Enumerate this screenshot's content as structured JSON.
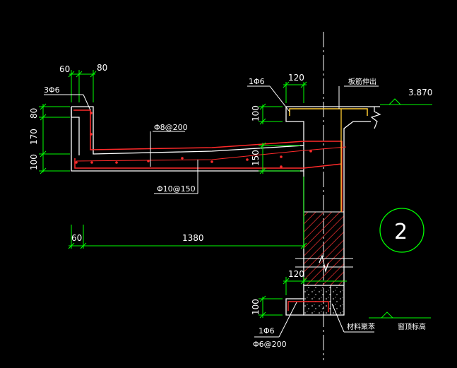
{
  "dimensions": {
    "top_60": "60",
    "top_80": "80",
    "left_80": "80",
    "left_170": "170",
    "left_100": "100",
    "bottom_60": "60",
    "bottom_1380": "1380",
    "wall_120_top": "120",
    "wall_100_top": "100",
    "beam_150": "150",
    "wall_120_bottom": "120",
    "wall_100_bottom": "100"
  },
  "rebar_labels": {
    "corner_bars": "3Φ6",
    "distribution_bars": "Φ8@200",
    "main_bars": "Φ10@150",
    "top_beam_bars": "1Φ6",
    "bottom_beam_bars": "1Φ6",
    "stirrups": "Φ6@200"
  },
  "notes": {
    "slab_cantilever": "板筋伸出",
    "elevation": "3.870",
    "infill_material": "材料聚苯",
    "roof_level": "窗顶标高"
  },
  "section_mark": "2",
  "colors": {
    "background": "#000000",
    "concrete_outline": "#ffffff",
    "rebar": "#ff2a2a",
    "dimension": "#00ff00",
    "beam_rebar": "#ffcc33",
    "hatch": "#ff3333"
  }
}
